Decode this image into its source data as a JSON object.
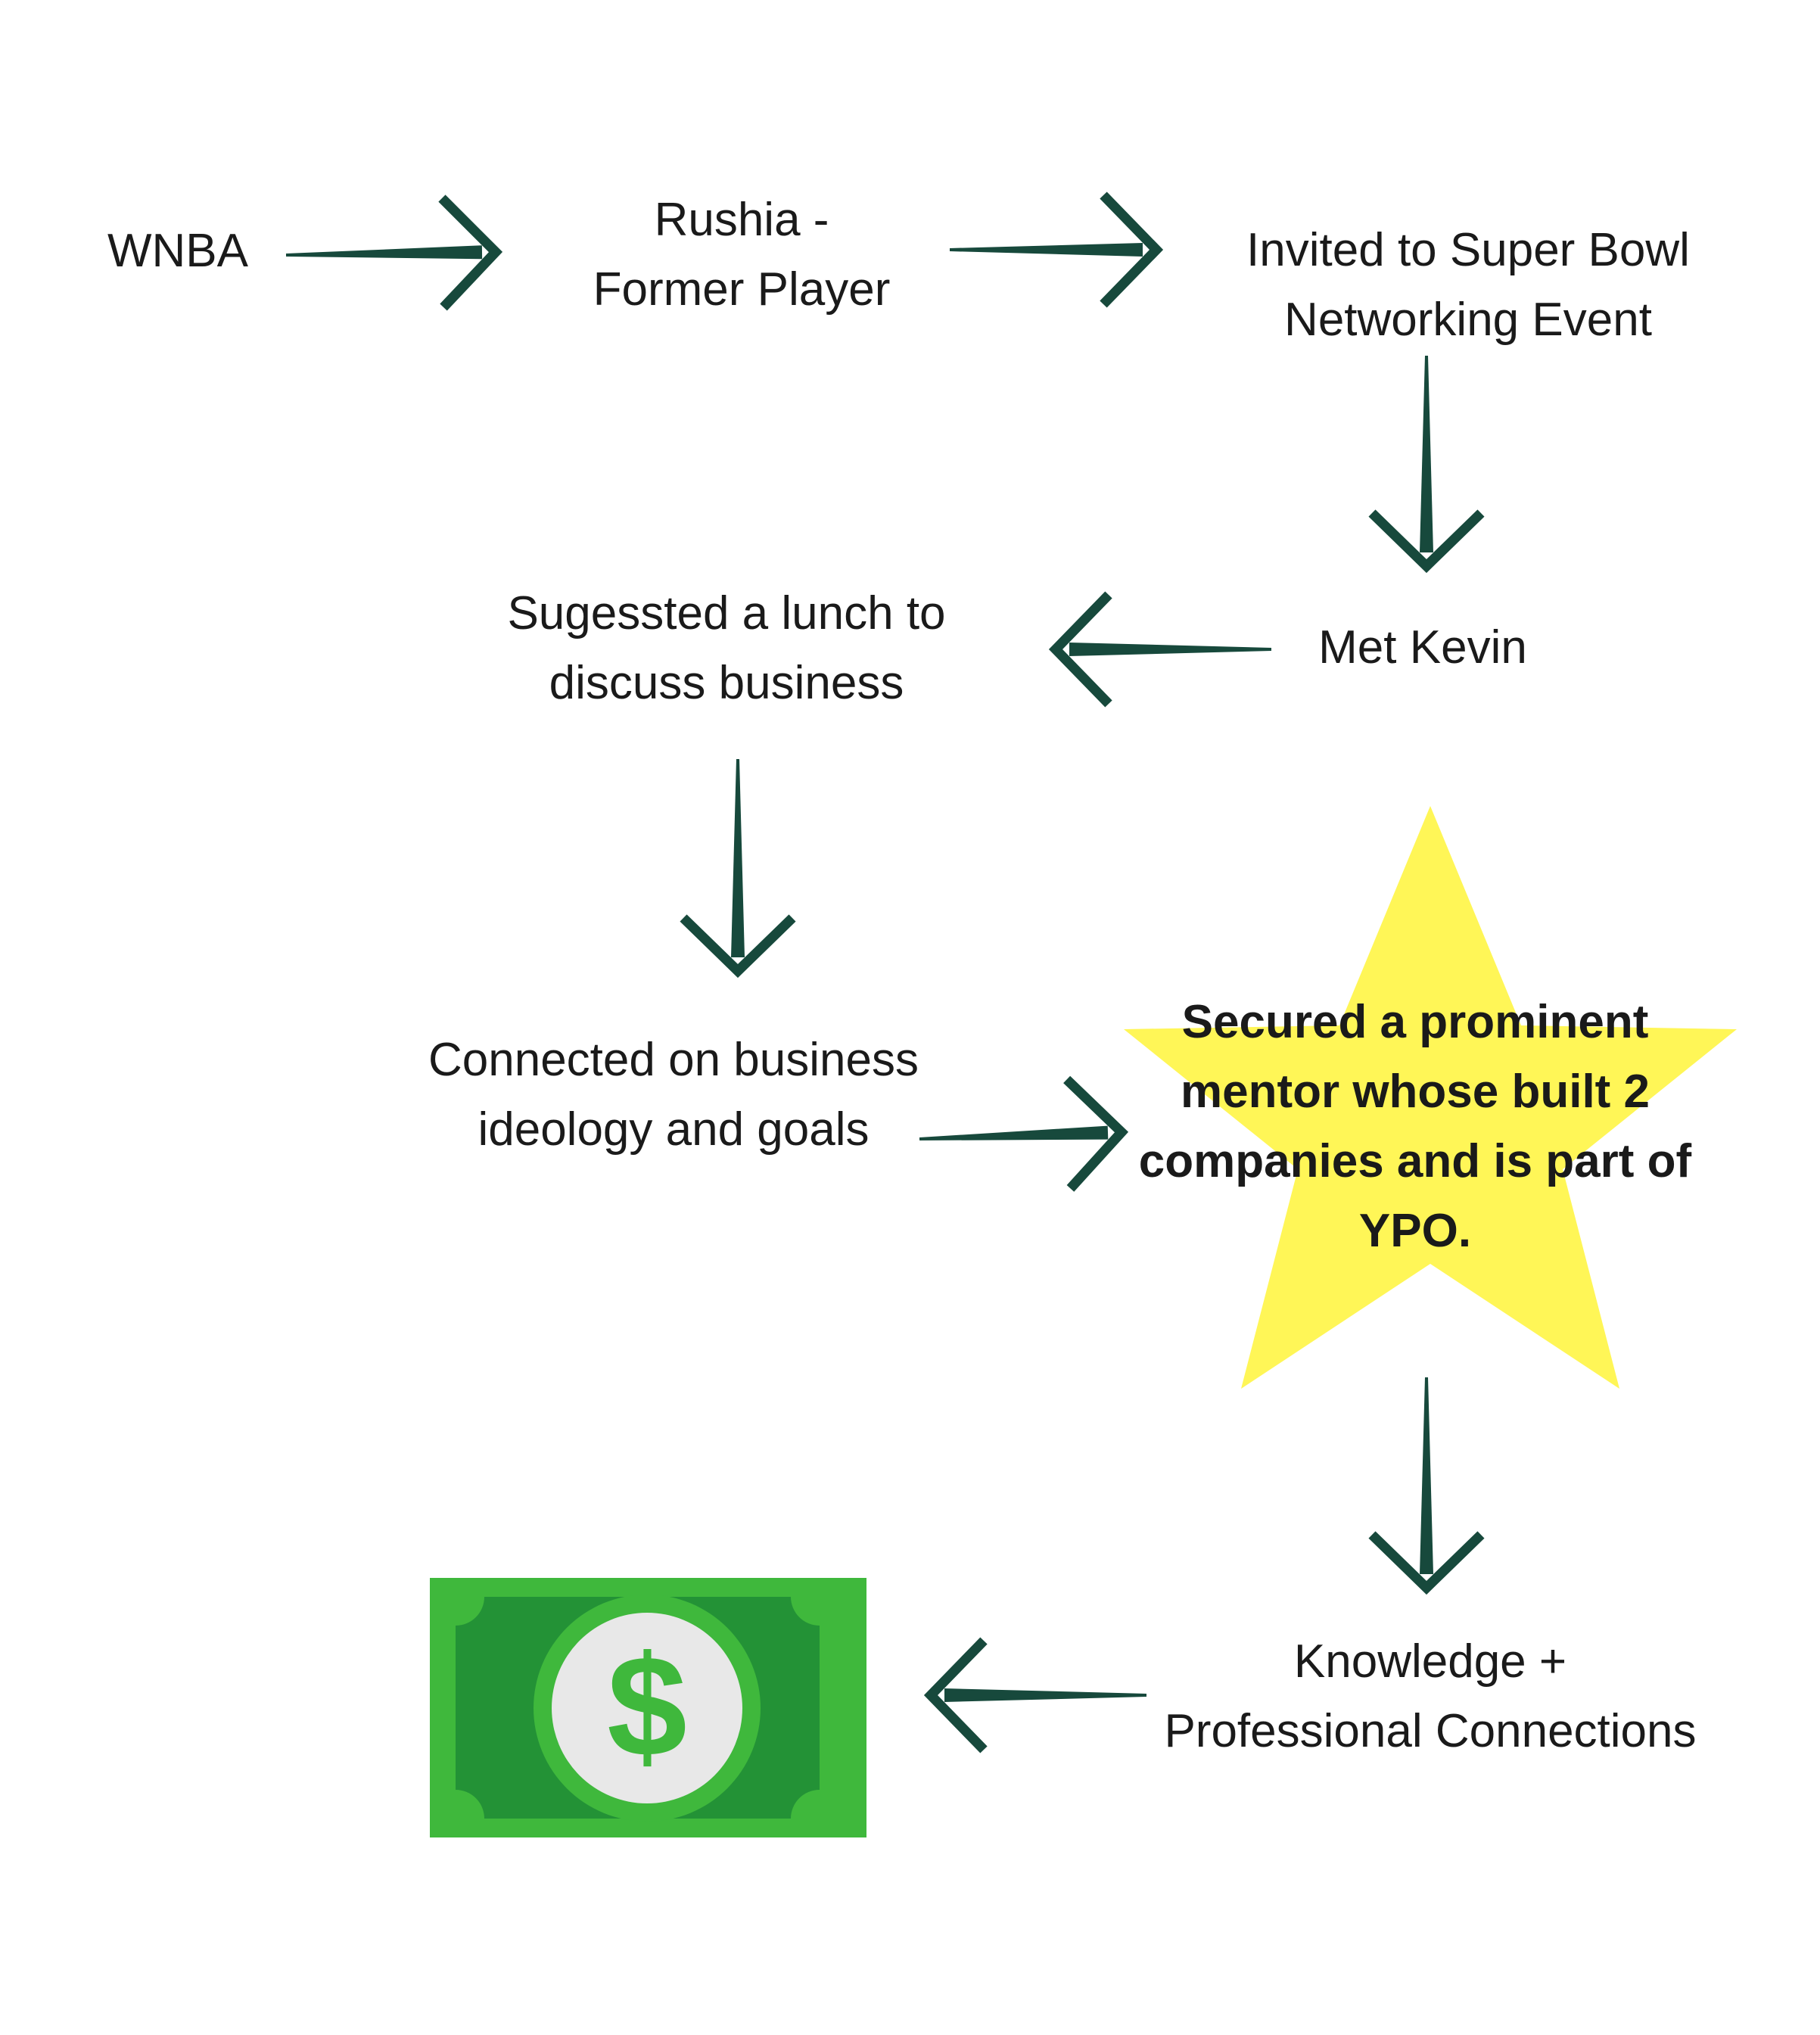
{
  "colors": {
    "arrow": "#17493c",
    "star": "#fff657",
    "bill_light": "#3fb83c",
    "bill_dark": "#239236",
    "coin_ring": "#3fb83c",
    "coin_face": "#e8e8e8",
    "text": "#1a1a1a"
  },
  "nodes": {
    "wnba": {
      "lines": [
        "WNBA"
      ]
    },
    "rushia": {
      "lines": [
        "Rushia -",
        "Former Player"
      ]
    },
    "invited": {
      "lines": [
        "Invited to Super Bowl",
        "Networking Event"
      ]
    },
    "met_kevin": {
      "lines": [
        "Met Kevin"
      ]
    },
    "lunch": {
      "lines": [
        "Sugessted a lunch to",
        "discuss business"
      ]
    },
    "connected": {
      "lines": [
        "Connected on business",
        "ideology and goals"
      ]
    },
    "secured": {
      "lines": [
        "Secured a prominent",
        "mentor whose built 2",
        "companies and is part of",
        "YPO."
      ]
    },
    "knowledge": {
      "lines": [
        "Knowledge +",
        "Professional Connections"
      ]
    }
  },
  "icons": {
    "star": "star-icon",
    "money": "dollar-bill-icon",
    "dollar_symbol": "$"
  }
}
